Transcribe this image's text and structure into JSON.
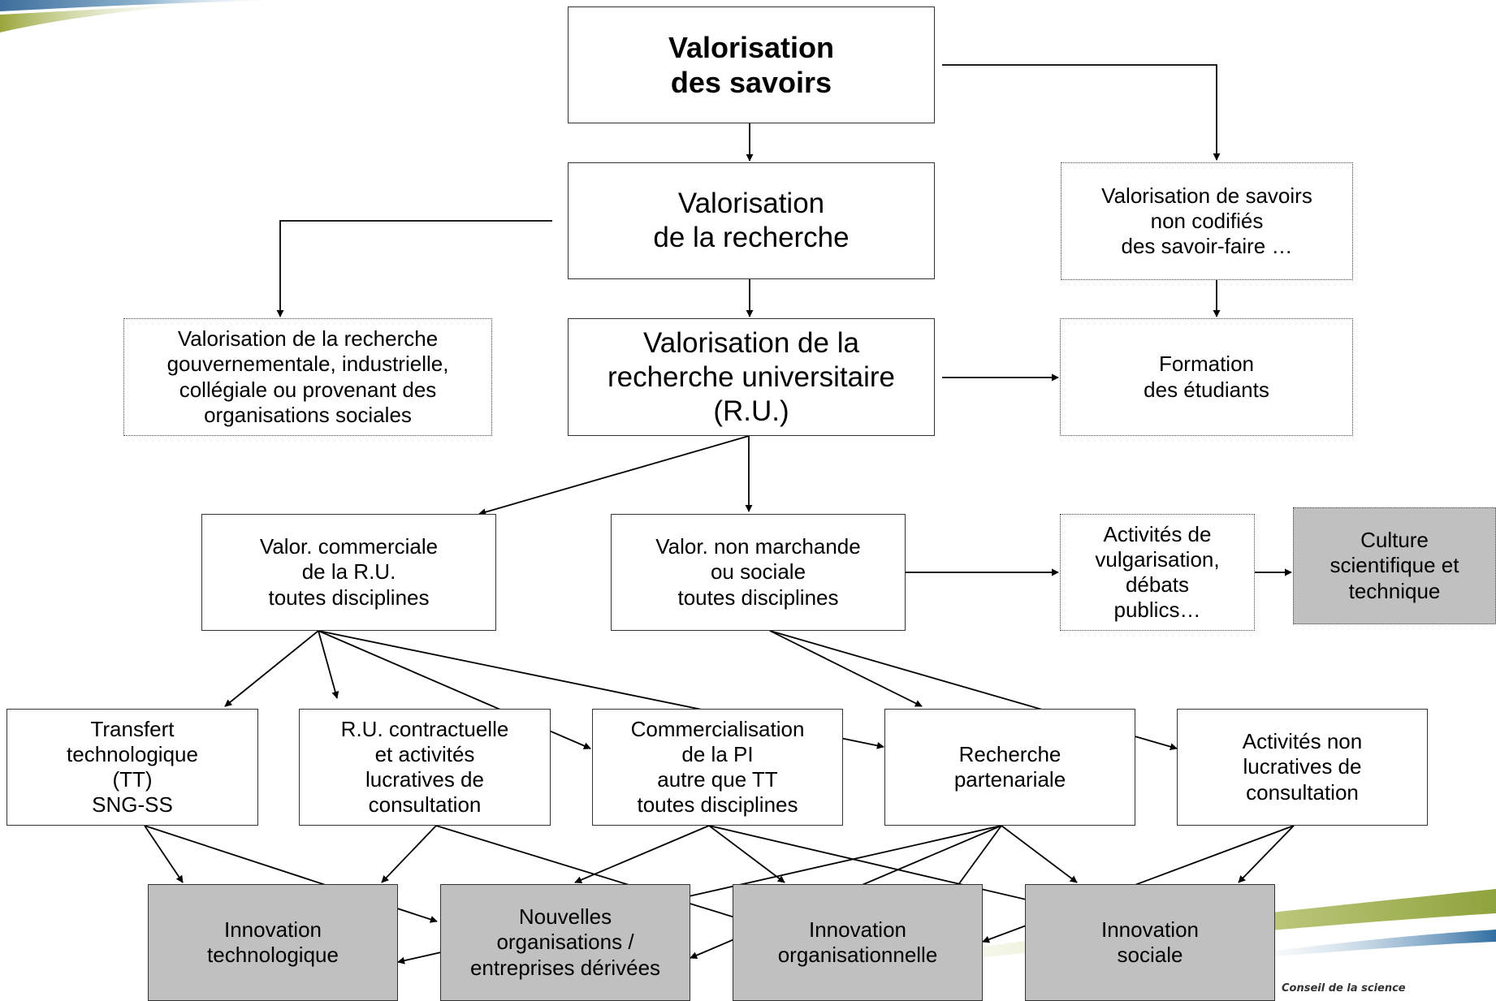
{
  "nodes": {
    "savoirs": "Valorisation\ndes savoirs",
    "recherche": "Valorisation\nde la recherche",
    "non_codifies": "Valorisation de savoirs\nnon codifiés\ndes savoir-faire …",
    "gouvernementale": "Valorisation de la recherche\ngouvernementale, industrielle,\ncollégiale ou provenant des\norganisations sociales",
    "universitaire": "Valorisation de la\nrecherche universitaire\n(R.U.)",
    "formation": "Formation\ndes étudiants",
    "commerciale": "Valor. commerciale\nde la R.U.\ntoutes disciplines",
    "non_marchande": "Valor. non marchande\nou sociale\ntoutes disciplines",
    "vulgarisation": "Activités de\nvulgarisation,\ndébats\npublics…",
    "culture": "Culture\nscientifique et\ntechnique",
    "transfert": "Transfert\ntechnologique\n(TT)\nSNG-SS",
    "contractuelle": "R.U. contractuelle\net activités\nlucratives de\nconsultation",
    "commercialisation_pi": "Commercialisation\nde la PI\nautre que TT\ntoutes disciplines",
    "partenariale": "Recherche\npartenariale",
    "non_lucratives": "Activités non\nlucratives de\nconsultation",
    "innov_tech": "Innovation\ntechnologique",
    "nouvelles_org": "Nouvelles\norganisations /\nentreprises dérivées",
    "innov_org": "Innovation\norganisationnelle",
    "innov_sociale": "Innovation\nsociale"
  },
  "footer": {
    "organization": "Conseil de la science"
  },
  "colors": {
    "result_box": "#c0c0c0",
    "border": "#333333",
    "arrow": "#000000"
  }
}
